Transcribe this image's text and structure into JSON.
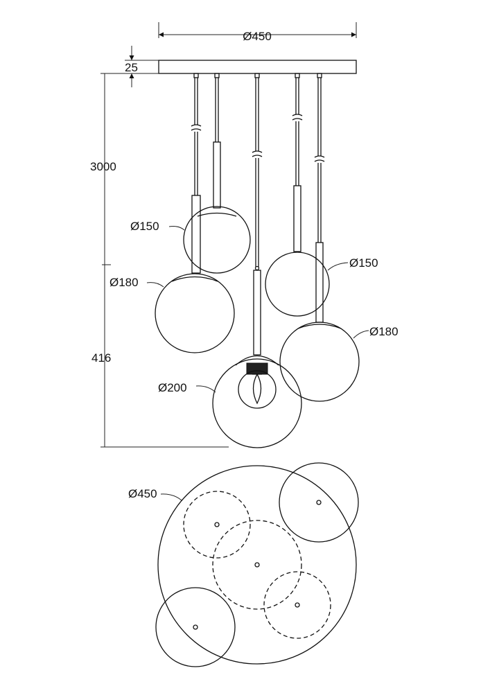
{
  "dimensions": {
    "canopy_diameter": "Ø450",
    "canopy_height": "25",
    "max_length": "3000",
    "cluster_height": "416",
    "globe_small_left": "Ø150",
    "globe_medium_left": "Ø180",
    "globe_large": "Ø200",
    "globe_small_right": "Ø150",
    "globe_medium_right": "Ø180",
    "top_view_diameter": "Ø450"
  }
}
